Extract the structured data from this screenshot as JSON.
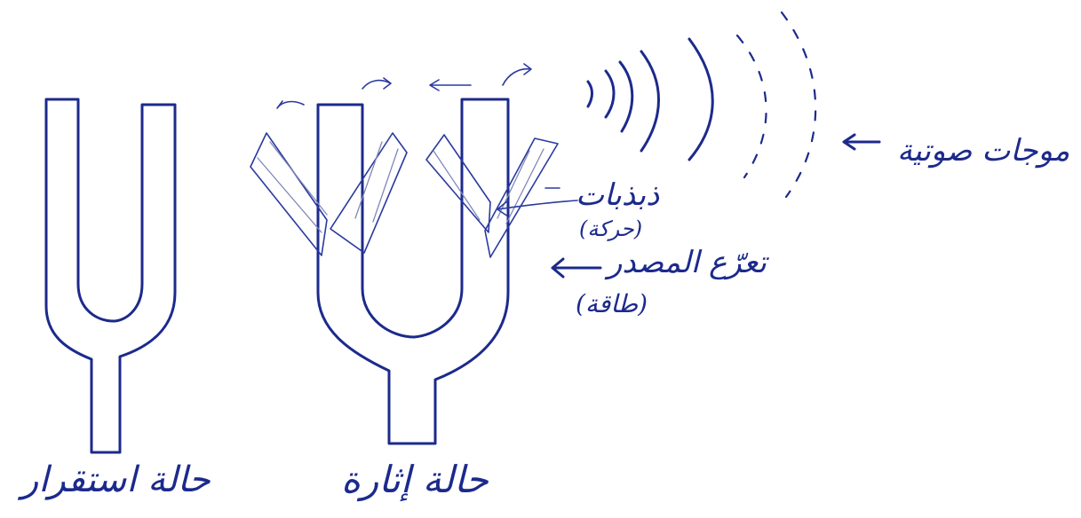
{
  "labels": {
    "rest_state": "حالة استقرار",
    "excited_state": "حالة إثارة",
    "sound_waves": "موجات صوتية",
    "vibrations": "ذبذبات",
    "vibrations_note": "(حركة)",
    "energy_source": "تعرّع المصدر",
    "energy_source_note": "(طاقة)"
  },
  "colors": {
    "ink": "#1c2a8c",
    "background": "#ffffff"
  },
  "icons": {
    "arrow_sound_waves": "left-arrow-icon",
    "arrow_vibrations": "left-arrow-icon",
    "arrow_source": "left-arrow-icon"
  }
}
